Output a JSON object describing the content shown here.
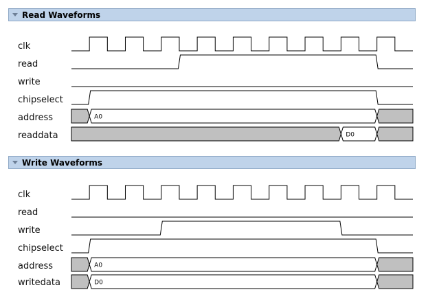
{
  "panels": [
    {
      "title": "Read Waveforms",
      "signals": [
        {
          "name": "clk",
          "kind": "clock"
        },
        {
          "name": "read",
          "kind": "logic",
          "segments": [
            [
              0,
              0
            ],
            [
              6,
              1
            ],
            [
              17,
              0
            ]
          ]
        },
        {
          "name": "write",
          "kind": "logic",
          "segments": [
            [
              0,
              0
            ]
          ]
        },
        {
          "name": "chipselect",
          "kind": "logic",
          "segments": [
            [
              0,
              0
            ],
            [
              1,
              1
            ],
            [
              17,
              0
            ]
          ]
        },
        {
          "name": "address",
          "kind": "bus",
          "segments": [
            {
              "from": 0,
              "to": 1,
              "value": "",
              "filled": true
            },
            {
              "from": 1,
              "to": 17,
              "value": "A0",
              "filled": false
            },
            {
              "from": 17,
              "to": 19,
              "value": "",
              "filled": true
            }
          ]
        },
        {
          "name": "readdata",
          "kind": "bus",
          "segments": [
            {
              "from": 0,
              "to": 15,
              "value": "",
              "filled": true
            },
            {
              "from": 15,
              "to": 17,
              "value": "D0",
              "filled": false
            },
            {
              "from": 17,
              "to": 19,
              "value": "",
              "filled": true
            }
          ]
        }
      ]
    },
    {
      "title": "Write Waveforms",
      "signals": [
        {
          "name": "clk",
          "kind": "clock"
        },
        {
          "name": "read",
          "kind": "logic",
          "segments": [
            [
              0,
              0
            ]
          ]
        },
        {
          "name": "write",
          "kind": "logic",
          "segments": [
            [
              0,
              0
            ],
            [
              5,
              1
            ],
            [
              15,
              0
            ]
          ]
        },
        {
          "name": "chipselect",
          "kind": "logic",
          "segments": [
            [
              0,
              0
            ],
            [
              1,
              1
            ],
            [
              17,
              0
            ]
          ]
        },
        {
          "name": "address",
          "kind": "bus",
          "segments": [
            {
              "from": 0,
              "to": 1,
              "value": "",
              "filled": true
            },
            {
              "from": 1,
              "to": 17,
              "value": "A0",
              "filled": false
            },
            {
              "from": 17,
              "to": 19,
              "value": "",
              "filled": true
            }
          ]
        },
        {
          "name": "writedata",
          "kind": "bus",
          "segments": [
            {
              "from": 0,
              "to": 1,
              "value": "",
              "filled": true
            },
            {
              "from": 1,
              "to": 17,
              "value": "D0",
              "filled": false
            },
            {
              "from": 17,
              "to": 19,
              "value": "",
              "filled": true
            }
          ]
        }
      ]
    }
  ],
  "clock_cycles": 9.5,
  "colors": {
    "header_bg": "#bfd3ea",
    "header_border": "#8ea8c6",
    "bus_fill": "#c0c0c0",
    "line": "#000000"
  }
}
